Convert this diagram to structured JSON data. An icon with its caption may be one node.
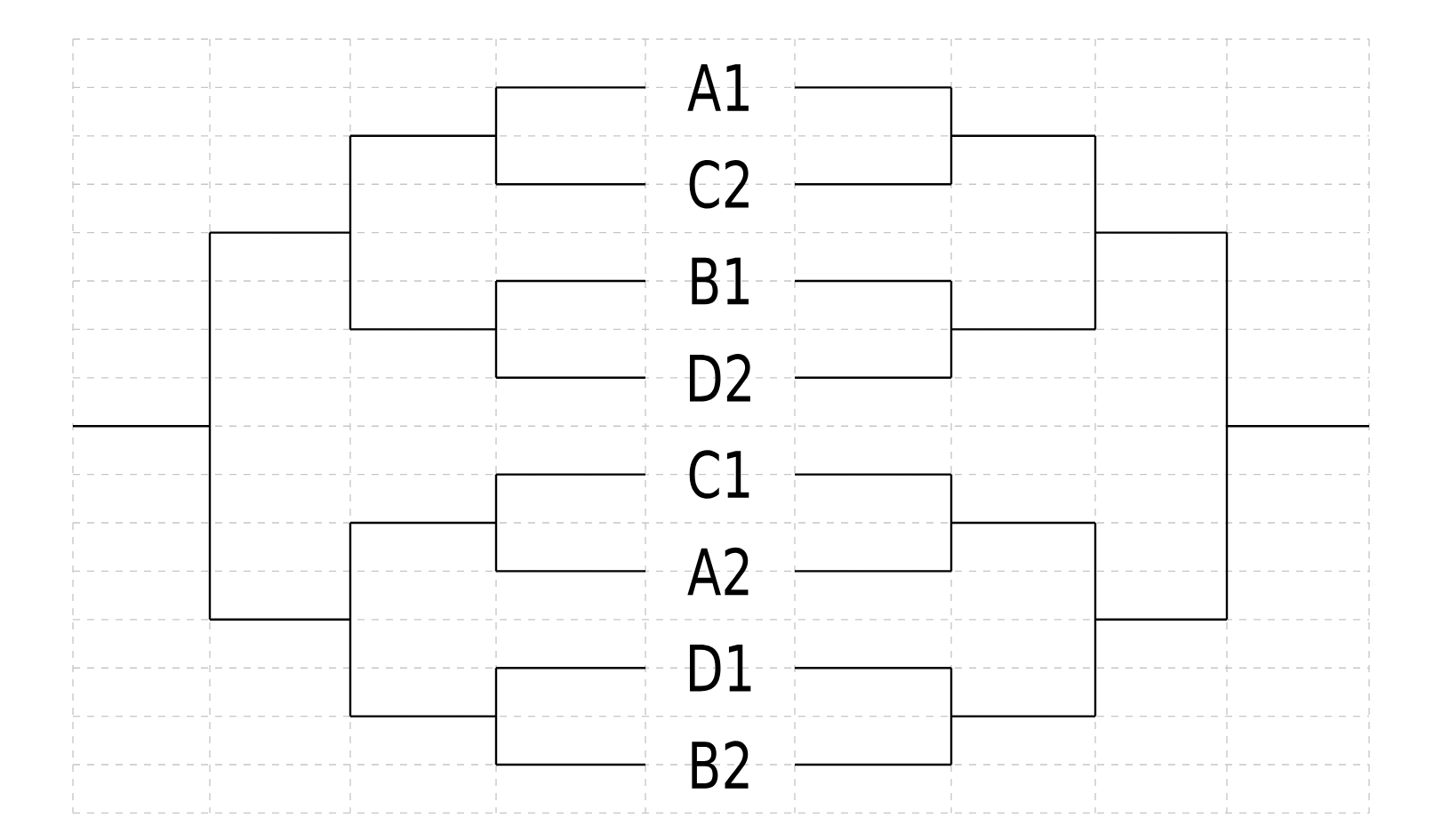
{
  "diagram": {
    "nodes": [
      {
        "text": [
          "A1"
        ]
      },
      {
        "text": [
          "C2"
        ]
      },
      {
        "text": [
          "B1"
        ]
      },
      {
        "text": [
          "D2"
        ]
      },
      {
        "text": [
          "C1"
        ]
      },
      {
        "text": [
          "A2"
        ]
      },
      {
        "text": [
          "D1"
        ]
      },
      {
        "text": [
          "B2"
        ]
      }
    ]
  }
}
